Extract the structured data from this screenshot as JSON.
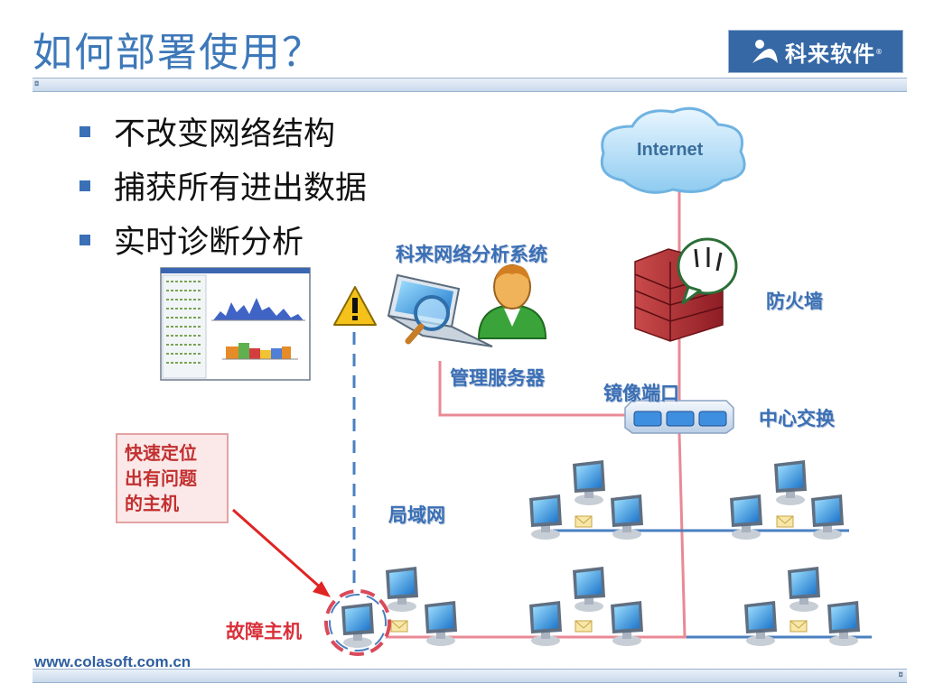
{
  "slide": {
    "title": "如何部署使用？",
    "logo_text": "科来软件",
    "logo_mark": "®",
    "website": "www.colasoft.com.cn"
  },
  "bullets": [
    {
      "text": "不改变网络结构"
    },
    {
      "text": "捕获所有进出数据"
    },
    {
      "text": "实时诊断分析"
    }
  ],
  "diagram": {
    "internet": "Internet",
    "firewall": "防火墙",
    "system": "科来网络分析系统",
    "mgmt_server": "管理服务器",
    "mirror_port": "镜像端口",
    "core_switch": "中心交换",
    "lan": "局域网",
    "faulty_host": "故障主机",
    "callout": [
      "快速定位",
      "出有问题",
      "的主机"
    ]
  },
  "colors": {
    "title": "#3d78b9",
    "logo_bg": "#3568a5",
    "bullet": "#3a70b5",
    "label_blue": "#3b6fb5",
    "label_red": "#d9303a",
    "link_pink": "#e88a95",
    "link_blue": "#4a80c0"
  },
  "icons": [
    "warning-icon",
    "laptop-magnifier-icon",
    "user-icon",
    "firewall-icon",
    "cloud-icon",
    "switch-icon",
    "monitor-icon",
    "envelope-icon",
    "chart-thumbnail"
  ]
}
